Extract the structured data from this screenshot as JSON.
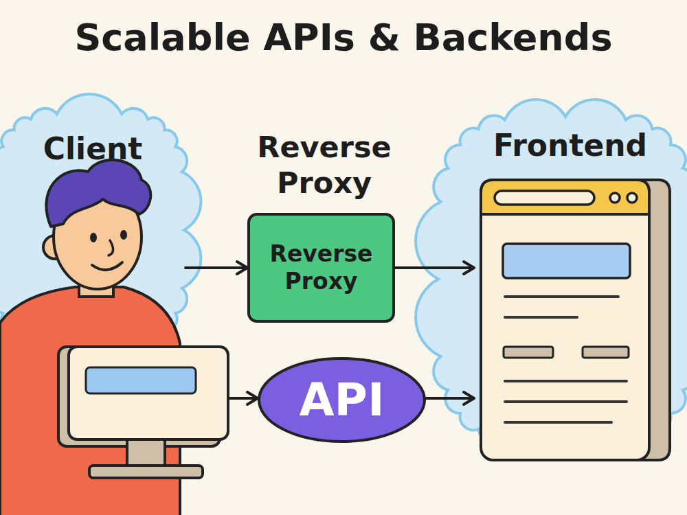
{
  "diagram": {
    "title": "Scalable APIs & Backends",
    "nodes": [
      {
        "text": [
          "Client"
        ]
      },
      {
        "text": [
          "Reverse Proxy",
          "Reverse Proxy"
        ]
      },
      {
        "text": [
          "Frontend"
        ]
      },
      {
        "text": [
          "API"
        ]
      }
    ],
    "edges": [
      {
        "from": 0,
        "to": 1,
        "arrow": "to"
      },
      {
        "from": 1,
        "to": 2,
        "arrow": "to"
      },
      {
        "from": 0,
        "to": 3,
        "arrow": "to"
      },
      {
        "from": 3,
        "to": 2,
        "arrow": "to"
      }
    ]
  }
}
